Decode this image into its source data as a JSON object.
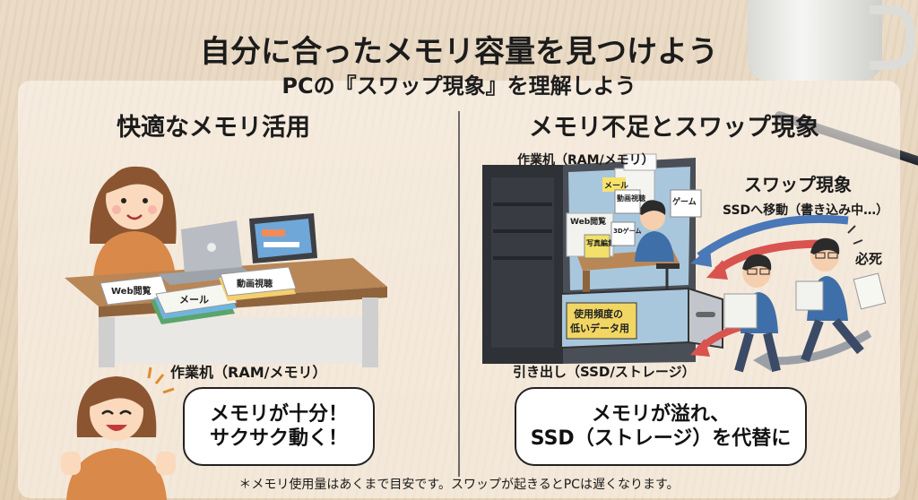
{
  "title": "自分に合ったメモリ容量を見つけよう",
  "subtitle": "PCの『スワップ現象』を理解しよう",
  "left": {
    "heading": "快適なメモリ活用",
    "papers": [
      "Web閲覧",
      "メール",
      "動画視聴"
    ],
    "desk_label": "作業机（RAM/メモリ）",
    "bubble": {
      "line1": "メモリが十分！",
      "line2": "サクサク動く！"
    }
  },
  "right": {
    "heading": "メモリ不足とスワップ現象",
    "desk_label": "作業机（RAM/メモリ）",
    "papers": [
      "Web閲覧",
      "メール",
      "動画視聴",
      "写真編集",
      "3Dゲーム",
      "ゲーム"
    ],
    "swap_title": "スワップ現象",
    "swap_caption": "SSDへ移動（書き込み中…）",
    "effort_label": "必死",
    "drawer_note_line1": "使用頻度の",
    "drawer_note_line2": "低いデータ用",
    "drawer_label": "引き出し（SSD/ストレージ）",
    "bubble": {
      "line1": "メモリが溢れ、",
      "line2": "SSD（ストレージ）を代替に"
    }
  },
  "footnote": "＊メモリ使用量はあくまで目安です。スワップが起きるとPCは遅くなります。",
  "colors": {
    "background": "#e8d8c2",
    "panel": "#fbf5ec",
    "pc_case": "#2e3136",
    "shirt": "#d9894a",
    "hair": "#8a5530",
    "arrow_red": "#d9534f",
    "arrow_blue": "#4a78b8",
    "arrow_gray": "#9aa0a6"
  }
}
